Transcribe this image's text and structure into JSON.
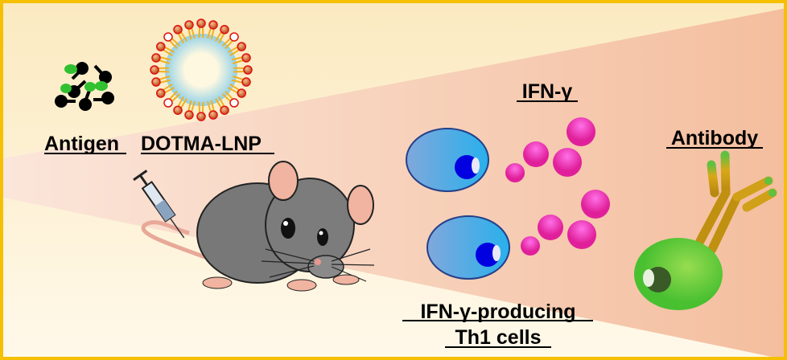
{
  "labels": {
    "antigen": "Antigen",
    "lnp": "DOTMA-LNP",
    "ifn": "IFN-γ",
    "antibody": "Antibody",
    "th1_line1": "IFN-γ-producing",
    "th1_line2": "Th1 cells"
  },
  "colors": {
    "border": "#f5c000",
    "wedge": "#f5c4a4",
    "th1_cell": "#5aa6e0",
    "ifn_sphere": "#f03cc8",
    "b_cell": "#6cd040",
    "antibody": "#d4a010"
  }
}
